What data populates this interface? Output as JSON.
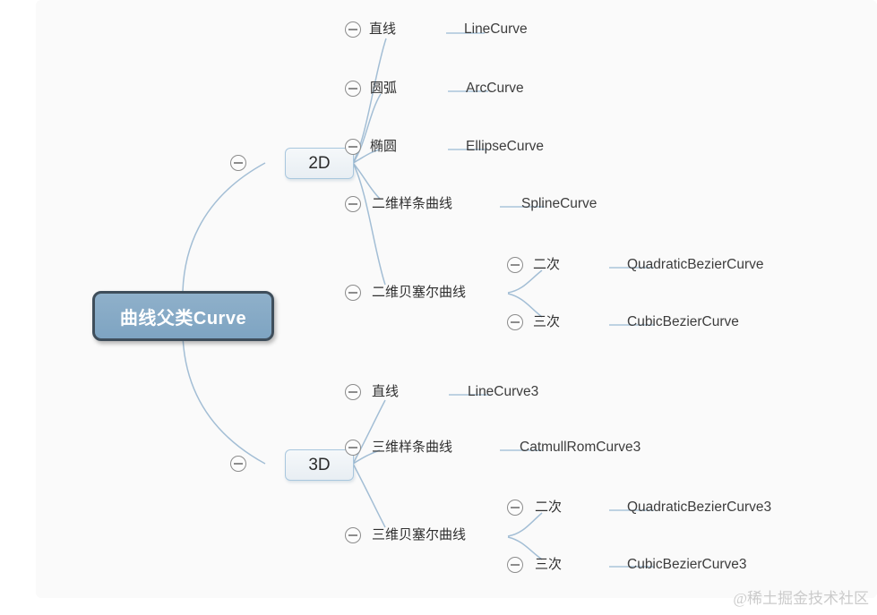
{
  "root": {
    "label": "曲线父类Curve"
  },
  "branches": [
    {
      "label": "2D",
      "children": [
        {
          "zh": "直线",
          "en": "LineCurve"
        },
        {
          "zh": "圆弧",
          "en": "ArcCurve"
        },
        {
          "zh": "椭圆",
          "en": "EllipseCurve"
        },
        {
          "zh": "二维样条曲线",
          "en": "SplineCurve"
        },
        {
          "zh": "二维贝塞尔曲线",
          "children": [
            {
              "zh": "二次",
              "en": "QuadraticBezierCurve"
            },
            {
              "zh": "三次",
              "en": "CubicBezierCurve"
            }
          ]
        }
      ]
    },
    {
      "label": "3D",
      "children": [
        {
          "zh": "直线",
          "en": "LineCurve3"
        },
        {
          "zh": "三维样条曲线",
          "en": "CatmullRomCurve3"
        },
        {
          "zh": "三维贝塞尔曲线",
          "children": [
            {
              "zh": "二次",
              "en": "QuadraticBezierCurve3"
            },
            {
              "zh": "三次",
              "en": "CubicBezierCurve3"
            }
          ]
        }
      ]
    }
  ],
  "watermark": "@稀土掘金技术社区",
  "colors": {
    "canvas_bg": "#fafafa",
    "root_fill": "#84a7c3",
    "root_border": "#3f4e5b",
    "root_text": "#ffffff",
    "branch_fill": "#eef2f6",
    "branch_border": "#a9c7de",
    "connector": "#a3bed5",
    "collapse_icon": "#8c8c8c",
    "topic_text": "#2f2f2f",
    "watermark_text": "#cbcbcb"
  }
}
